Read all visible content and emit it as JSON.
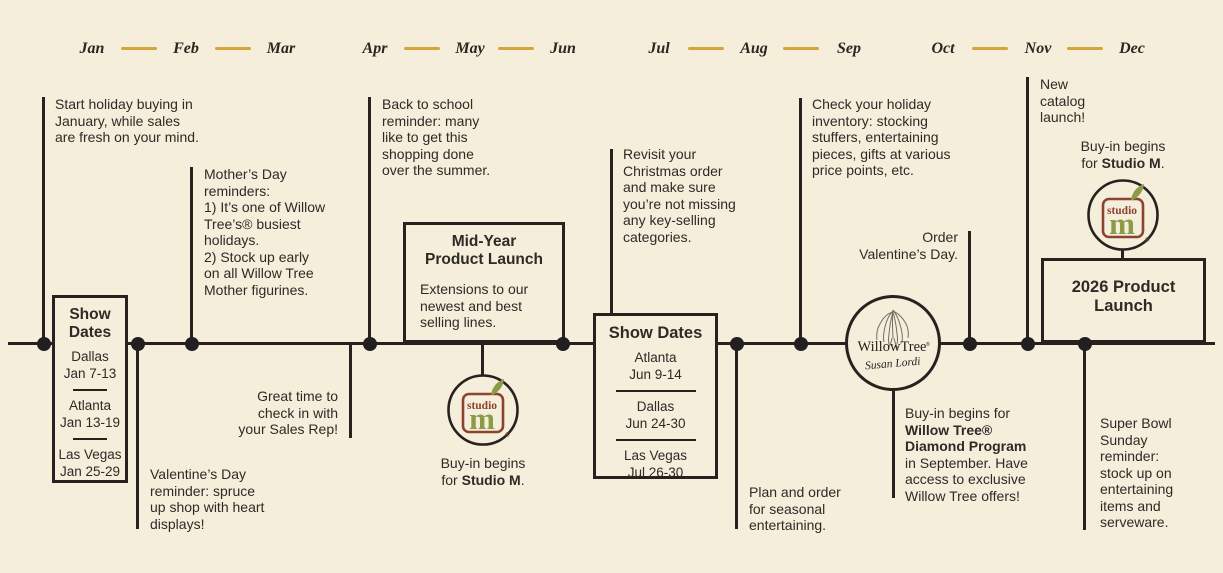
{
  "palette": {
    "background": "#f4eedb",
    "ink": "#272220",
    "gold": "#d5a43c",
    "brick": "#8d4331",
    "olive": "#8c9b45",
    "tree_gray": "#5d5a52"
  },
  "months": [
    "Jan",
    "Feb",
    "Mar",
    "Apr",
    "May",
    "Jun",
    "Jul",
    "Aug",
    "Sep",
    "Oct",
    "Nov",
    "Dec"
  ],
  "annotations": {
    "start_holiday": "Start holiday buying in\nJanuary, while sales\nare fresh on your mind.",
    "mothers_day": "Mother’s Day\nreminders:\n1) It’s one of Willow\nTree’s® busiest\nholidays.\n2) Stock up early\non all Willow Tree\nMother figurines.",
    "valentines_reminder": "Valentine’s Day\nreminder: spruce\nup shop with heart\ndisplays!",
    "great_time": "Great time to\ncheck in with\nyour Sales Rep!",
    "back_to_school": "Back to school\nreminder: many\nlike to get this\nshopping done\nover the summer.",
    "buyin_studio_m_left": "Buy-in begins\nfor **Studio M**.",
    "revisit_christmas": "Revisit your\nChristmas order\nand make sure\nyou’re not missing\nany key-selling\ncategories.",
    "plan_order": "Plan and order\nfor seasonal\nentertaining.",
    "check_inventory": "Check your holiday\ninventory: stocking\nstuffers, entertaining\npieces, gifts at various\nprice points, etc.",
    "order_valentines": "Order\nValentine’s Day.",
    "diamond_program": "Buy-in begins for\n**Willow Tree®**\n**Diamond Program**\nin September. Have\naccess to exclusive\nWillow Tree offers!",
    "new_catalog": "New\ncatalog\nlaunch!",
    "buyin_studio_m_right": "Buy-in begins\nfor **Studio M**.",
    "super_bowl": "Super Bowl\nSunday\nreminder:\nstock up on\nentertaining\nitems and\nserveware."
  },
  "boxes": {
    "show_dates_jan": {
      "title": "Show\nDates",
      "entries": [
        {
          "city": "Dallas",
          "dates": "Jan 7-13"
        },
        {
          "city": "Atlanta",
          "dates": "Jan 13-19"
        },
        {
          "city": "Las Vegas",
          "dates": "Jan 25-29"
        }
      ]
    },
    "mid_year": {
      "title": "Mid-Year\nProduct Launch",
      "body": "Extensions to our\nnewest and best\nselling lines."
    },
    "show_dates_jun": {
      "title": "Show Dates",
      "entries": [
        {
          "city": "Atlanta",
          "dates": "Jun 9-14"
        },
        {
          "city": "Dallas",
          "dates": "Jun 24-30"
        },
        {
          "city": "Las Vegas",
          "dates": "Jul 26-30"
        }
      ]
    },
    "launch_2026": {
      "title": "2026 Product\nLaunch"
    }
  },
  "logos": {
    "studio_m": {
      "word": "studio",
      "letter": "m",
      "reg": "®"
    },
    "willow_tree": {
      "brand": "WillowTree",
      "reg": "®",
      "signature": "Susan Lordi"
    }
  }
}
